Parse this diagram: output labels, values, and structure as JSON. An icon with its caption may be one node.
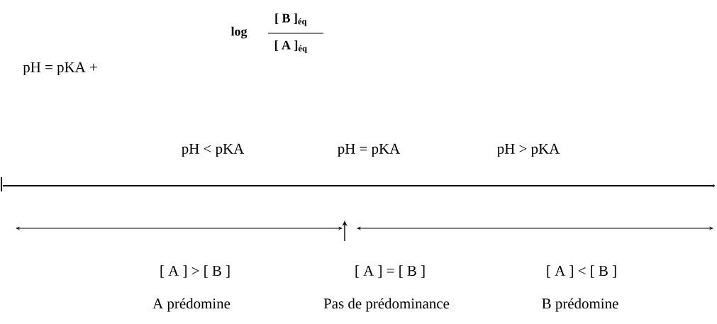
{
  "diagram": {
    "labels": [
      "pH = pKA +",
      "log",
      "[ B ]$_{éq}$",
      "[ A ]$_{éq}$",
      "pH < pKA",
      "pH = pKA",
      "pH > pKA",
      "[ A ] > [ B ]",
      "[ A ] = [ B ]",
      "[ A ] < [ B ]",
      "A prédomine",
      "Pas de prédominance",
      "B prédomine"
    ]
  }
}
